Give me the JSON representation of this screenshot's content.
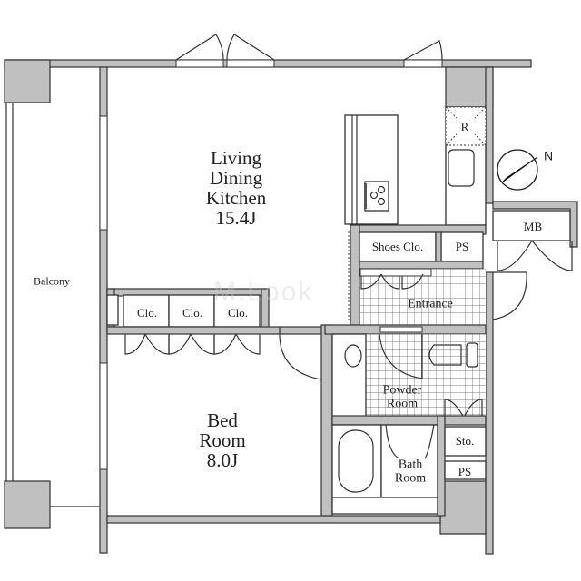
{
  "floorplan": {
    "rooms": {
      "ldk": {
        "name": "Living\nDining\nKitchen",
        "size": "15.4J"
      },
      "bedroom": {
        "name": "Bed\nRoom",
        "size": "8.0J"
      },
      "balcony": {
        "name": "Balcony"
      },
      "entrance": {
        "name": "Entrance"
      },
      "powder_room": {
        "name": "Powder\nRoom"
      },
      "bath_room": {
        "name": "Bath\nRoom"
      }
    },
    "storage": {
      "shoes_closet": "Shoes Clo.",
      "ps_upper": "PS",
      "ps_lower": "PS",
      "mb": "MB",
      "sto": "Sto.",
      "closets": [
        "Clo.",
        "Clo.",
        "Clo."
      ],
      "refrigerator": "R"
    },
    "compass": {
      "label": "N"
    },
    "watermark": "M.Look"
  }
}
